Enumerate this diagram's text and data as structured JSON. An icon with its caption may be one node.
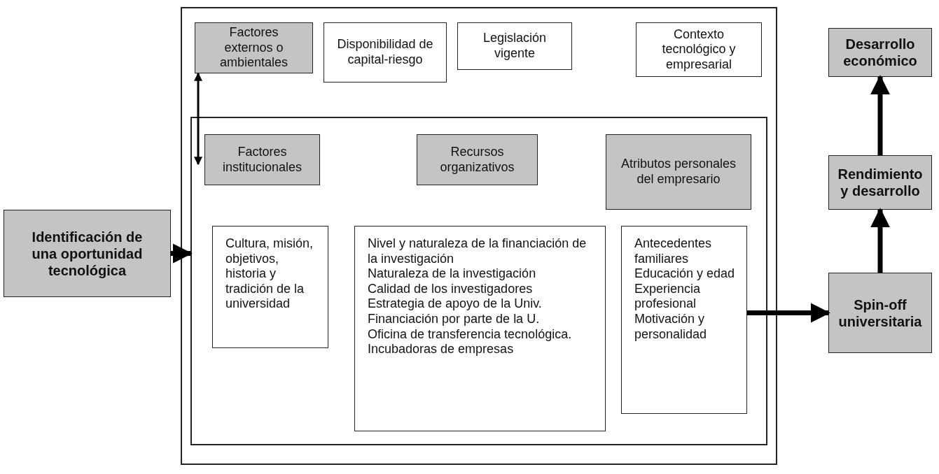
{
  "diagram": {
    "nodes": [
      {
        "text": [],
        "shape": "box"
      },
      {
        "text": [],
        "shape": "box",
        "in": 0
      },
      {
        "text": [
          "Factores externos o ambientales"
        ],
        "in": 0
      },
      {
        "text": [
          "Disponibilidad de capital-riesgo"
        ],
        "in": 0
      },
      {
        "text": [
          "Legislación vigente"
        ],
        "in": 0
      },
      {
        "text": [
          "Contexto tecnológico y empresarial"
        ],
        "in": 0
      },
      {
        "text": [
          "Factores institucionales"
        ],
        "in": 1
      },
      {
        "text": [
          "Recursos organizativos"
        ],
        "in": 1
      },
      {
        "text": [
          "Atributos personales del empresario"
        ],
        "in": 1
      },
      {
        "text": [
          "Cultura, misión, objetivos, historia y tradición de la universidad"
        ],
        "in": 1
      },
      {
        "text": [
          "Nivel y naturaleza de la financiación de la investigación",
          "Naturaleza de la investigación",
          "Calidad de los investigadores",
          "Estrategia de apoyo de la Univ.",
          "Financiación por parte de la U.",
          "Oficina de transferencia tecnológica.",
          "Incubadoras de empresas"
        ],
        "in": 1
      },
      {
        "text": [
          "Antecedentes familiares",
          "Educación y edad",
          "Experiencia profesional",
          "Motivación y personalidad"
        ],
        "in": 1
      },
      {
        "text": [
          "Identificación de una oportunidad tecnológica"
        ]
      },
      {
        "text": [
          "Spin-off universitaria"
        ]
      },
      {
        "text": [
          "Rendimiento y desarrollo"
        ]
      },
      {
        "text": [
          "Desarrollo económico"
        ]
      }
    ],
    "edges": [
      {
        "from": 12,
        "to": 1,
        "arrow": "to"
      },
      {
        "from": 2,
        "to": 1,
        "arrow": "both"
      },
      {
        "from": 11,
        "to": 13,
        "arrow": "to"
      },
      {
        "from": 13,
        "to": 14,
        "arrow": "to"
      },
      {
        "from": 14,
        "to": 15,
        "arrow": "to"
      }
    ]
  }
}
